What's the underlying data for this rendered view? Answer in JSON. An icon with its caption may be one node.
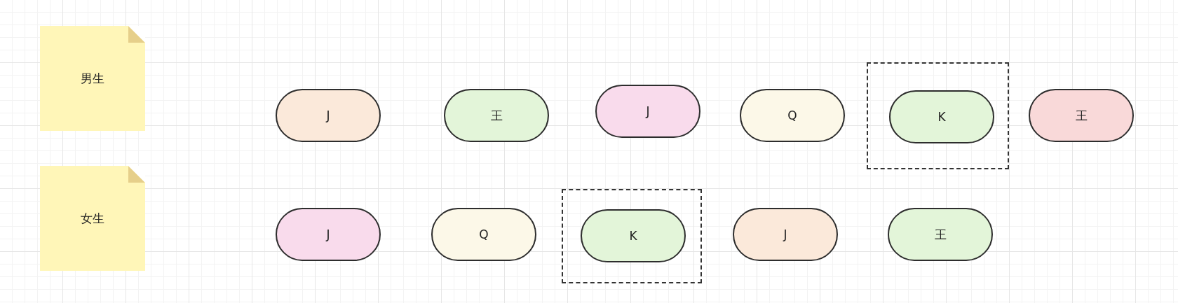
{
  "diagram": {
    "nodes": [
      {
        "text": [
          "男生"
        ]
      },
      {
        "text": [
          "女生"
        ]
      },
      {
        "text": [
          "J"
        ]
      },
      {
        "text": [
          "王"
        ]
      },
      {
        "text": [
          "J"
        ]
      },
      {
        "text": [
          "Q"
        ]
      },
      {
        "text": [],
        "shape": "box"
      },
      {
        "text": [
          "K"
        ],
        "in": 6
      },
      {
        "text": [
          "王"
        ]
      },
      {
        "text": [
          "J"
        ]
      },
      {
        "text": [
          "Q"
        ]
      },
      {
        "text": [],
        "shape": "box"
      },
      {
        "text": [
          "K"
        ],
        "in": 11
      },
      {
        "text": [
          "J"
        ]
      },
      {
        "text": [
          "王"
        ]
      }
    ]
  }
}
